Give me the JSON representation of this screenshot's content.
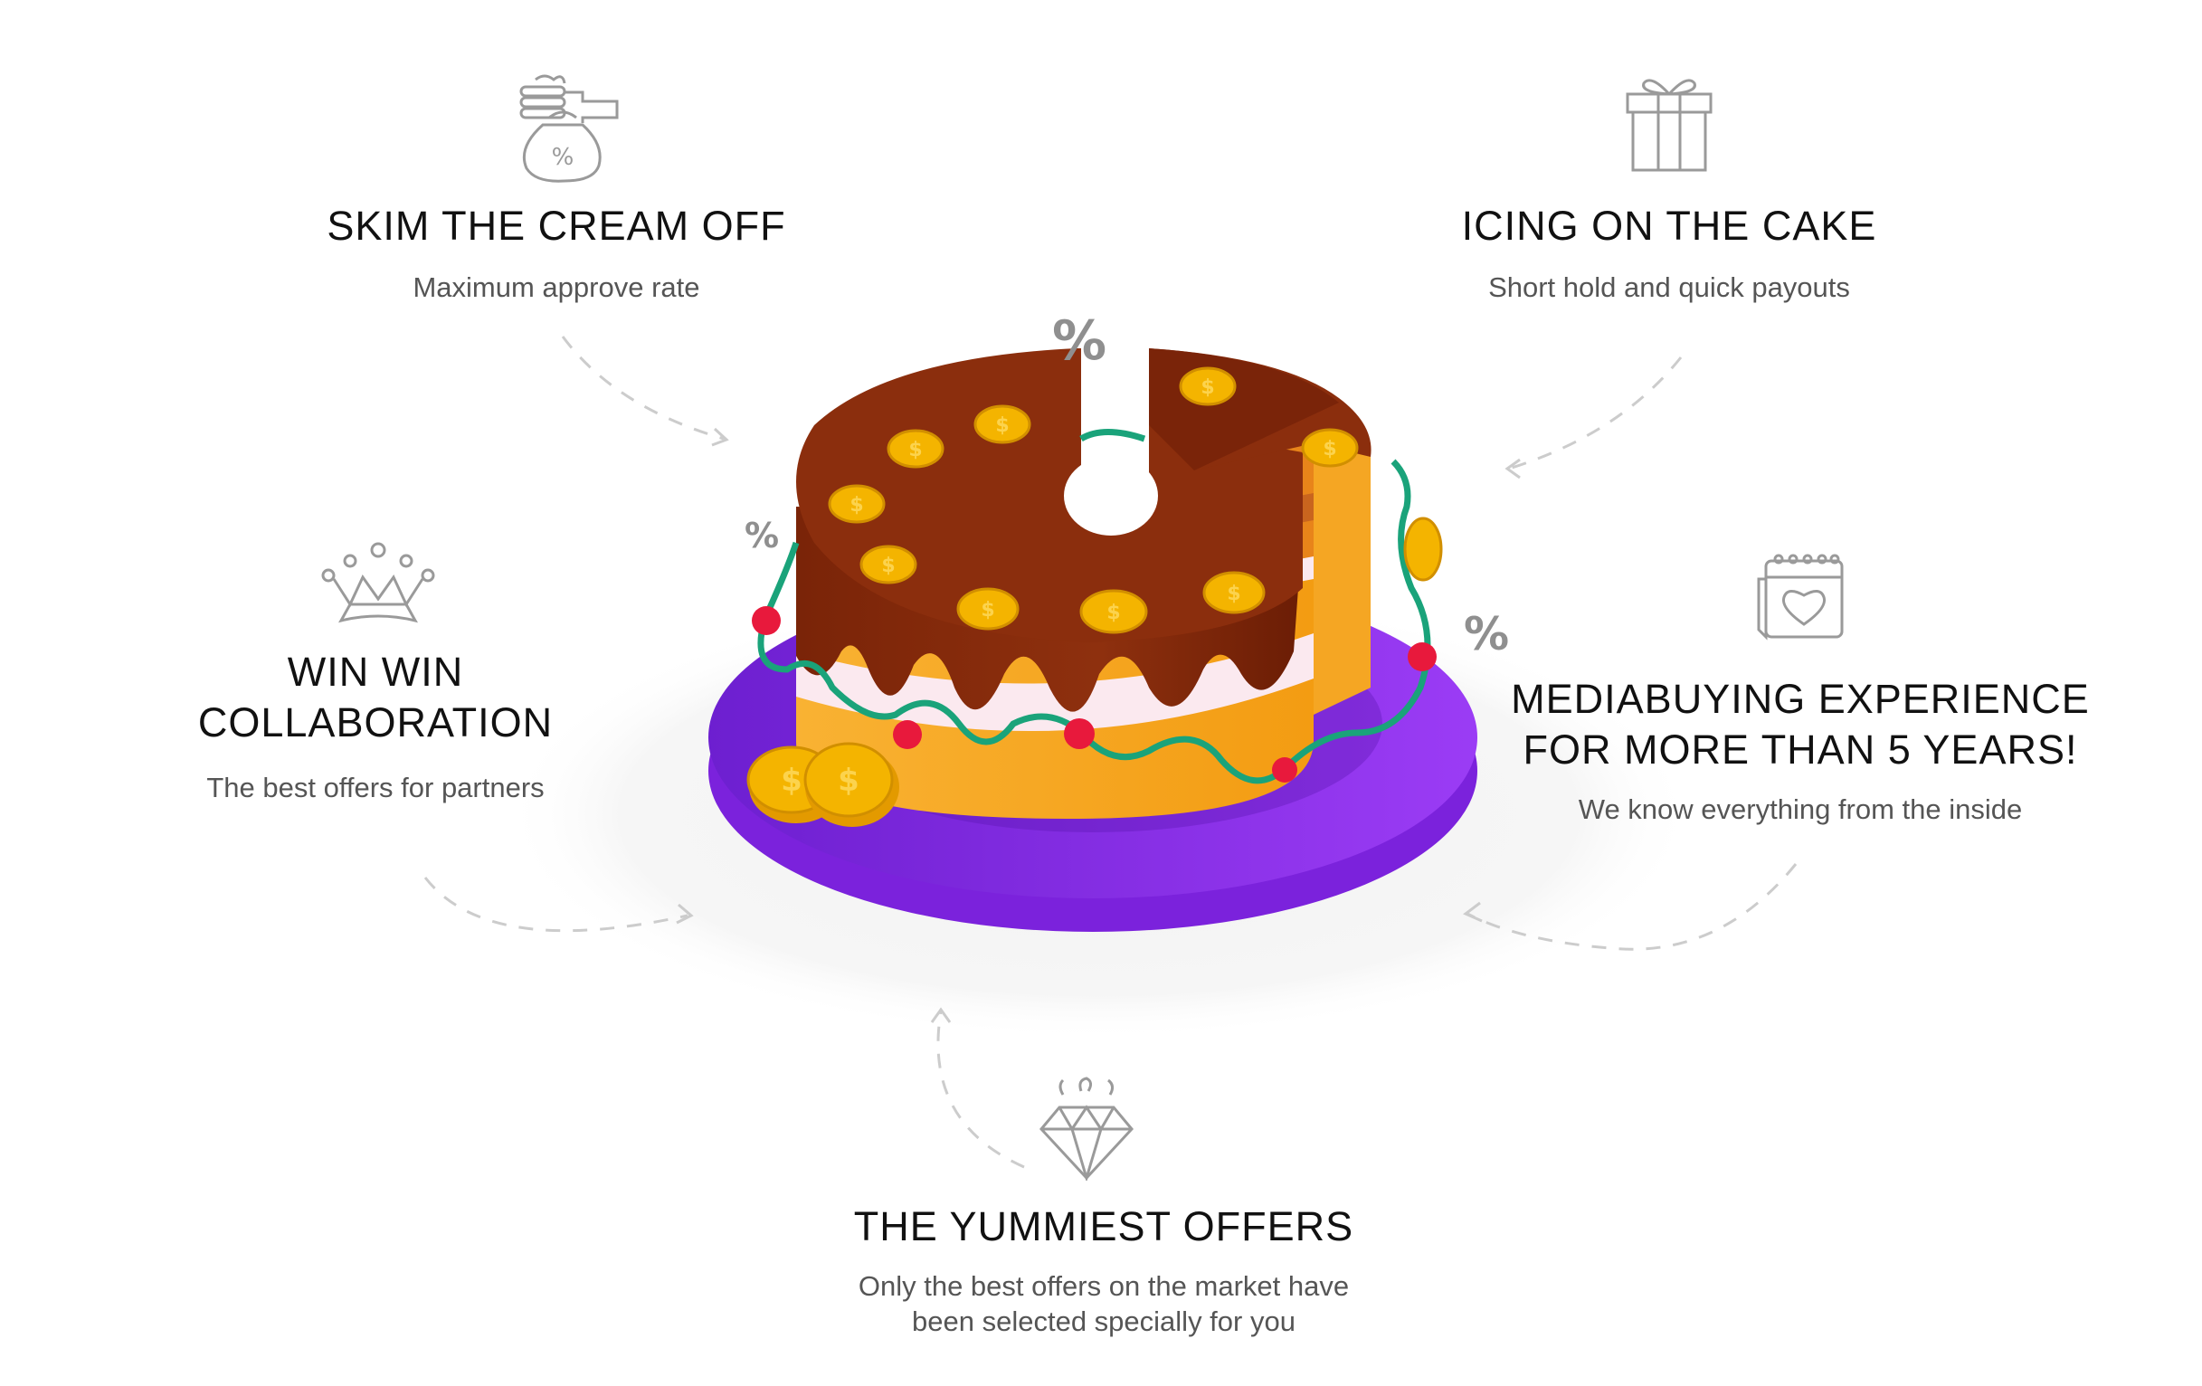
{
  "features": [
    {
      "id": "skim",
      "icon": "money-bag-icon",
      "title": "SKIM THE CREAM OFF",
      "subtitle": "Maximum approve rate"
    },
    {
      "id": "icing",
      "icon": "gift-icon",
      "title": "ICING ON THE CAKE",
      "subtitle": "Short  hold and quick payouts"
    },
    {
      "id": "winwin",
      "icon": "crown-icon",
      "title_line1": "WIN WIN",
      "title_line2": "COLLABORATION",
      "subtitle": "The best offers for partners"
    },
    {
      "id": "media",
      "icon": "calendar-heart-icon",
      "title_line1": "MEDIABUYING EXPERIENCE",
      "title_line2": "FOR MORE THAN 5 YEARS!",
      "subtitle": "We know everything from the inside"
    },
    {
      "id": "yummy",
      "icon": "diamond-icon",
      "title": "THE YUMMIEST OFFERS",
      "subtitle_line1": "Only the best offers on the market have",
      "subtitle_line2": "been selected specially for you"
    }
  ],
  "cake": {
    "percent_symbol": "%",
    "coin_symbol": "$",
    "colors": {
      "chocolate": "#8a2d0c",
      "sponge": "#f5a623",
      "plate": "#8a2be2",
      "garland": "#1aa37a",
      "berry": "#e8193c",
      "coin": "#f4b400"
    }
  }
}
